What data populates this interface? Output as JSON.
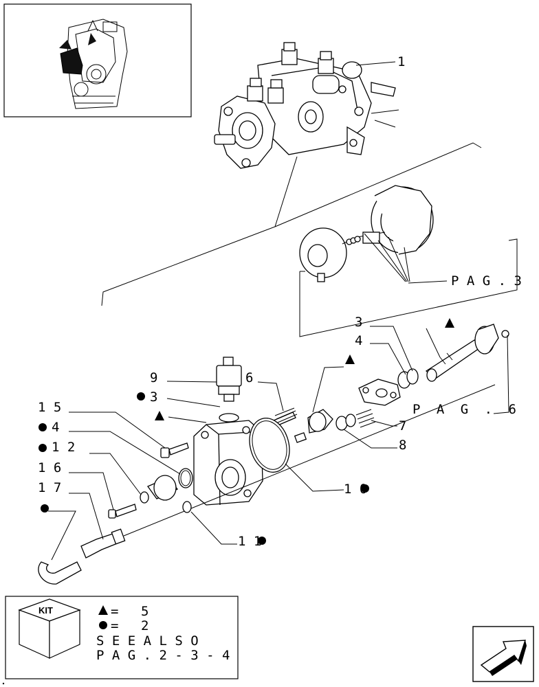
{
  "callouts": {
    "c1": "1",
    "c3": "3",
    "c4": "4",
    "c6": "6",
    "c7": "7",
    "c8": "8",
    "c9": "9",
    "c3b": "3",
    "c4b": "4",
    "c10": "1 0",
    "c11": "1 1",
    "c12": "1 2",
    "c15": "1 5",
    "c16": "1 6",
    "c17": "1 7"
  },
  "page_refs": {
    "pag3": "P A G . 3",
    "pag6": "P A G . 6"
  },
  "legend": {
    "kit_label": "KIT",
    "triangle_count": "5",
    "circle_count": "2",
    "equals": "=",
    "see_also": "S E E   A L S O",
    "pages": "P A G .   2   -   3   -   4"
  },
  "icons": {
    "triangle": "triangle-kit-icon",
    "circle": "circle-kit-icon",
    "kit_box": "kit-box-icon",
    "next_page": "next-page-arrow-icon"
  }
}
